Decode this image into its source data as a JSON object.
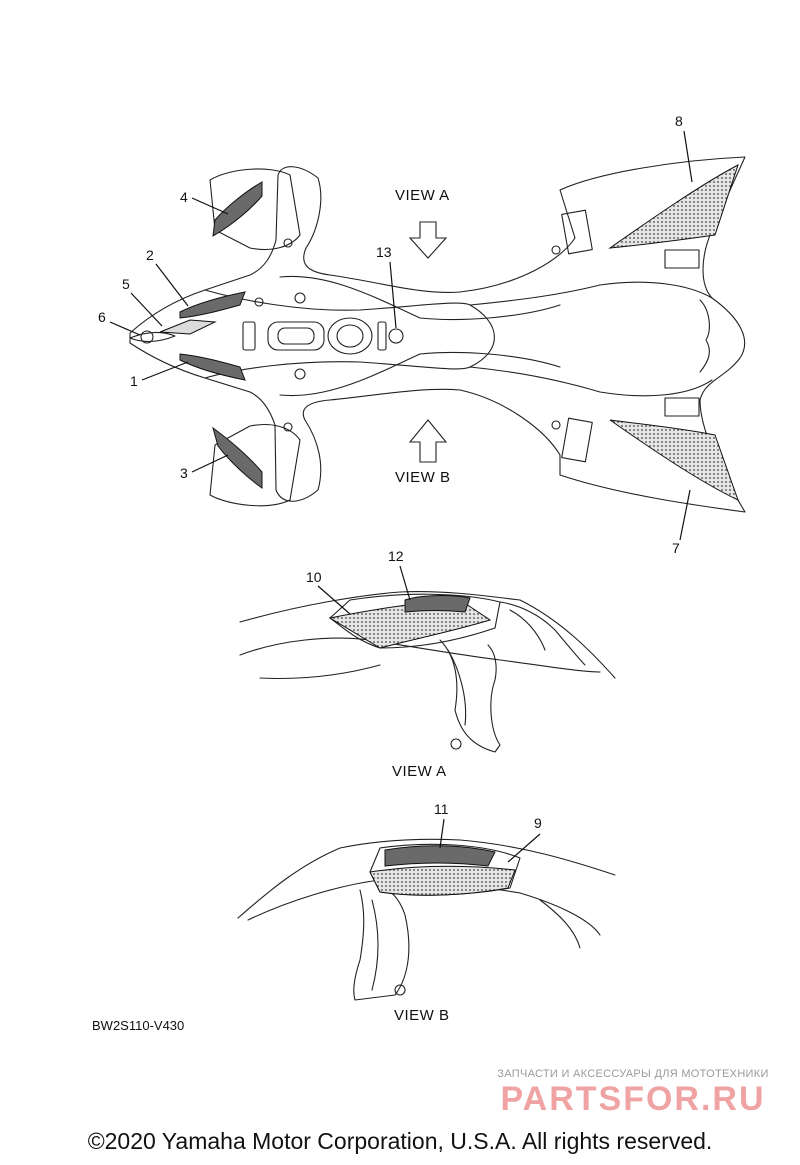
{
  "diagram": {
    "callouts": [
      "1",
      "2",
      "3",
      "4",
      "5",
      "6",
      "7",
      "8",
      "9",
      "10",
      "11",
      "12",
      "13"
    ],
    "view_labels": {
      "top_arrow": "VIEW A",
      "bottom_arrow": "VIEW B",
      "view_a_caption": "VIEW A",
      "view_b_caption": "VIEW B"
    },
    "drawing_code": "BW2S110-V430"
  },
  "watermark": {
    "tagline": "ЗАПЧАСТИ И АКСЕССУАРЫ ДЛЯ МОТОТЕХНИКИ",
    "brand": "PARTSFOR.RU",
    "color": "#f0a3a3"
  },
  "footer": {
    "copyright": "©2020 Yamaha Motor Corporation, U.S.A. All rights reserved."
  }
}
